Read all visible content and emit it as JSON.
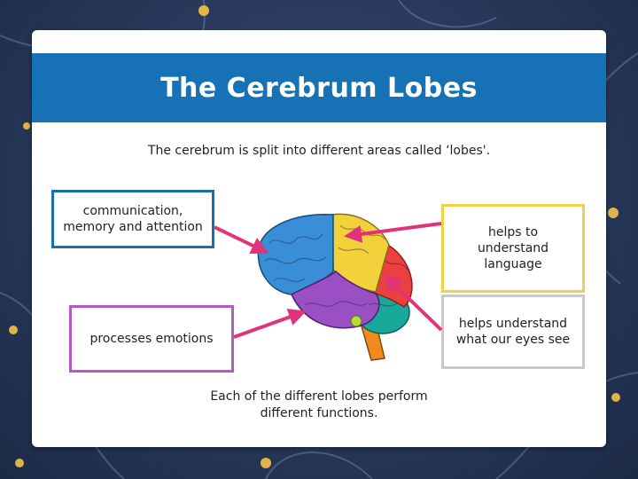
{
  "slide": {
    "title": "The Cerebrum Lobes",
    "subtitle": "The cerebrum is split into different areas called ‘lobes'.",
    "boxes": {
      "frontal": "communication, memory and attention",
      "temporal": "processes emotions",
      "parietal": "helps to understand language",
      "occipital": "helps understand what our eyes see"
    },
    "footer": "Each of the different lobes perform different functions."
  },
  "colors": {
    "banner": "#1672b4",
    "arrow": "#e0337a",
    "frontal_lobe": "#3a8ed8",
    "parietal_lobe": "#f2d13a",
    "temporal_lobe": "#9b4fc4",
    "occipital_lobe": "#ec3f3f",
    "cerebellum": "#18a89a",
    "brain_stem": "#f28a1e"
  },
  "icons": {
    "brain": "brain-illustration",
    "background": "neuron-network"
  }
}
